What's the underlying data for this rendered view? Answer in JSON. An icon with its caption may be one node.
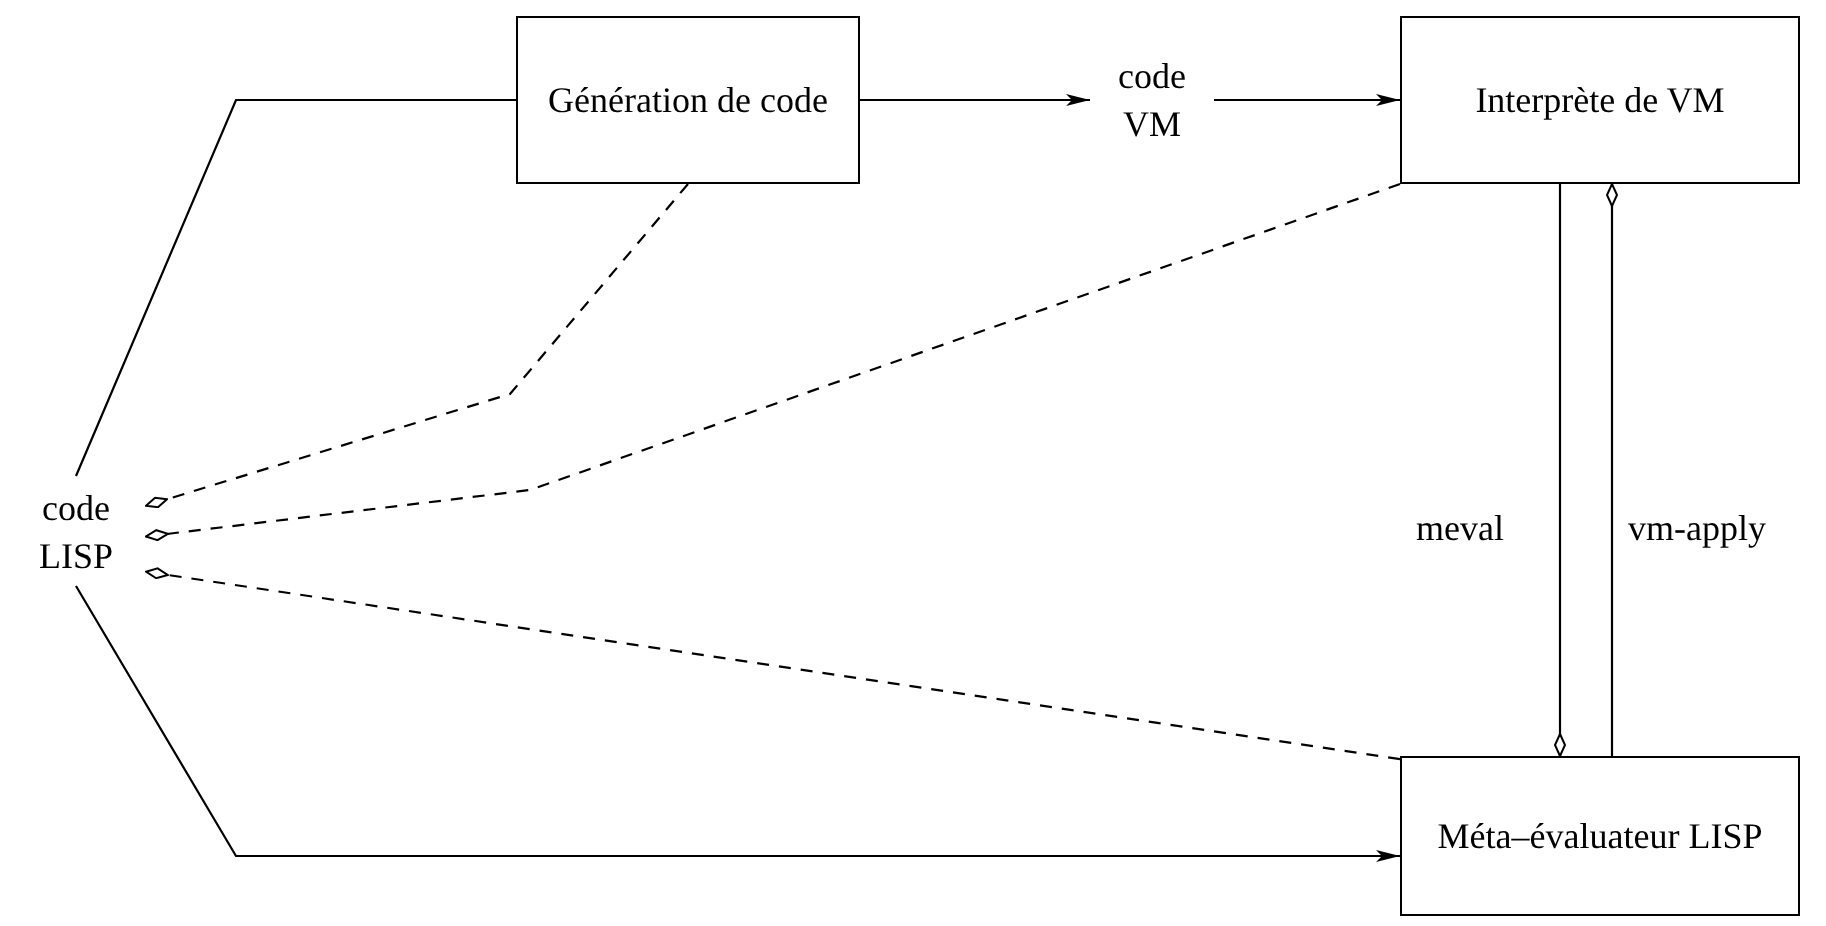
{
  "diagram": {
    "nodes": [
      {
        "text": [
          "code LISP"
        ]
      },
      {
        "text": [
          "Génération de code"
        ]
      },
      {
        "text": [
          "code VM"
        ]
      },
      {
        "text": [
          "Interprète de VM"
        ]
      },
      {
        "text": [
          "Méta–évaluateur LISP"
        ]
      }
    ],
    "edges": [
      {
        "from": 0,
        "to": 1,
        "arrow": "none"
      },
      {
        "from": 1,
        "to": 2,
        "arrow": "to"
      },
      {
        "from": 2,
        "to": 3,
        "arrow": "to"
      },
      {
        "from": 0,
        "to": 4,
        "arrow": "to"
      },
      {
        "from": 1,
        "to": 0,
        "arrow": "other",
        "style": "dashed"
      },
      {
        "from": 3,
        "to": 0,
        "arrow": "other",
        "style": "dashed"
      },
      {
        "from": 4,
        "to": 0,
        "arrow": "other",
        "style": "dashed"
      },
      {
        "from": 3,
        "to": 4,
        "arrow": "other",
        "label": "meval"
      },
      {
        "from": 4,
        "to": 3,
        "arrow": "other",
        "label": "vm-apply"
      }
    ]
  }
}
